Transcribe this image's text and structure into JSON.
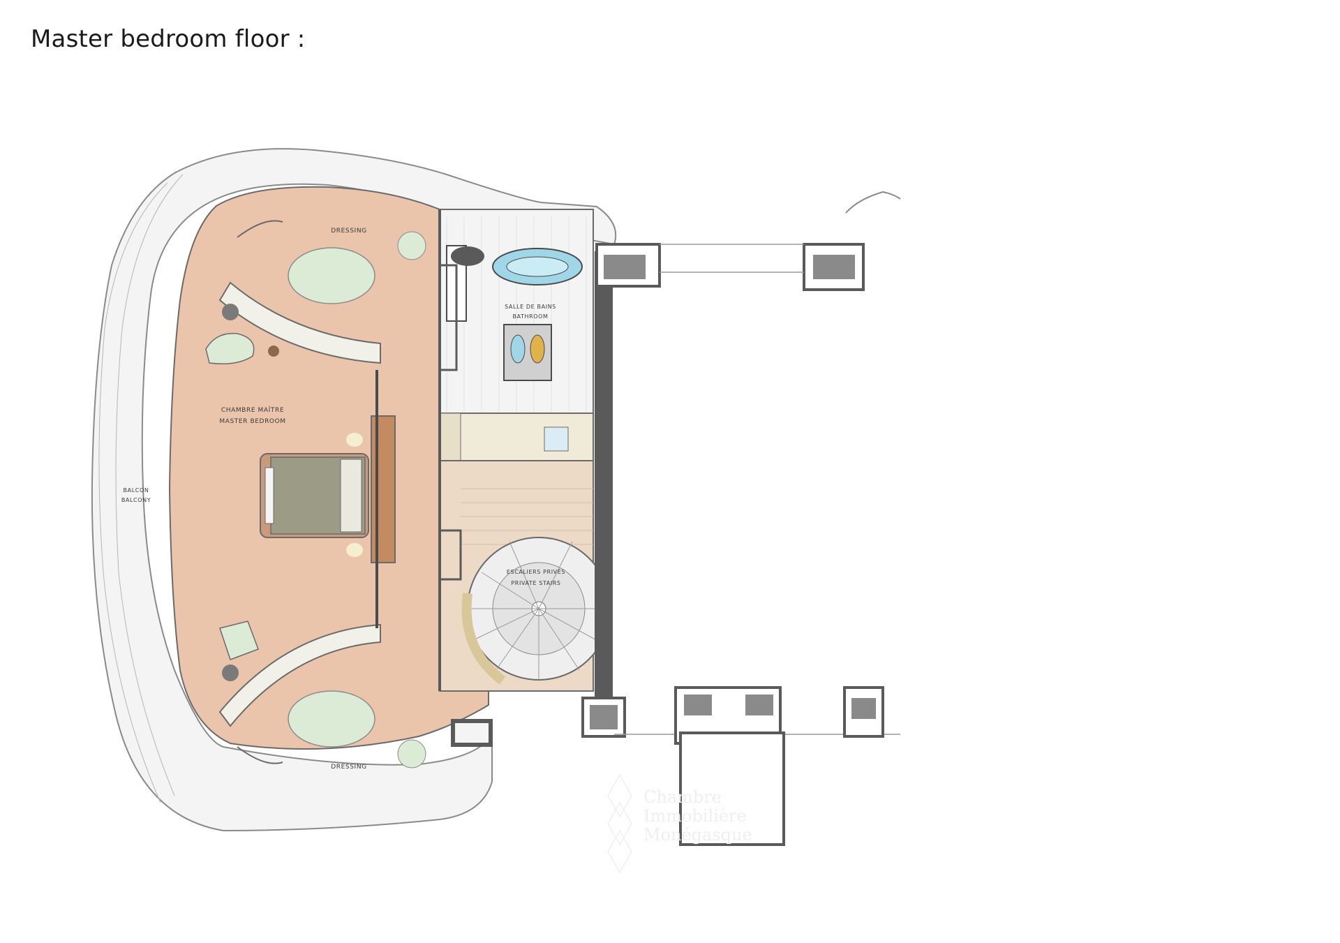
{
  "page": {
    "title": "Master bedroom floor :"
  },
  "rooms": {
    "dressing_top": "DRESSING",
    "dressing_bottom": "DRESSING",
    "bathroom_fr": "SALLE DE BAINS",
    "bathroom_en": "BATHROOM",
    "bedroom_fr": "CHAMBRE MAÎTRE",
    "bedroom_en": "MASTER BEDROOM",
    "balcony_fr": "BALCON",
    "balcony_en": "BALCONY",
    "stairs_fr": "ESCALIERS PRIVÉS",
    "stairs_en": "PRIVATE STAIRS"
  },
  "watermark": {
    "line1": "Chambre",
    "line2": "Immobilière",
    "line3": "Monégasque"
  },
  "colors": {
    "floor": "#ebc4ac",
    "wall": "#5a5a5a",
    "bed": "#9c9c86",
    "rug": "#dcebd6",
    "stone": "#b0b0b0"
  }
}
